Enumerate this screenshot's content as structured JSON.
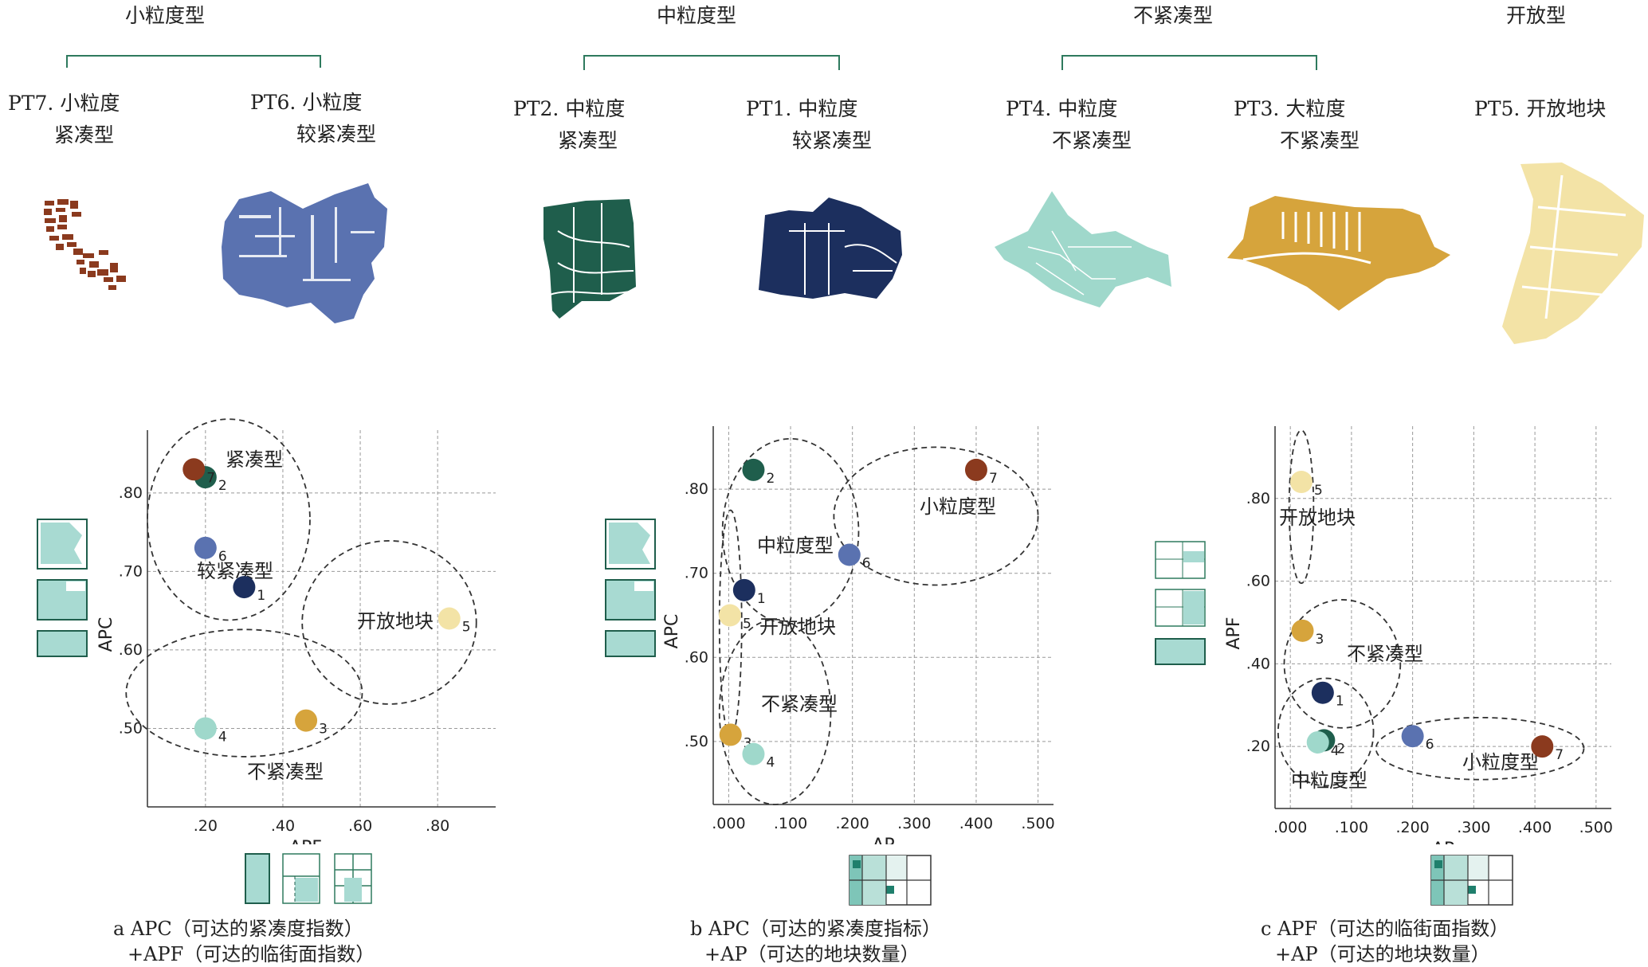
{
  "groups": [
    {
      "title": "小粒度型"
    },
    {
      "title": "中粒度型"
    },
    {
      "title": "不紧凑型"
    },
    {
      "title": "开放型"
    }
  ],
  "patterns": [
    {
      "code": "PT7.",
      "line1": "小粒度",
      "line2": "紧凑型",
      "color": "#8B3A1E"
    },
    {
      "code": "PT6.",
      "line1": "小粒度",
      "line2": "较紧凑型",
      "color": "#5A72B0"
    },
    {
      "code": "PT2.",
      "line1": "中粒度",
      "line2": "紧凑型",
      "color": "#1F5E4C"
    },
    {
      "code": "PT1.",
      "line1": "中粒度",
      "line2": "较紧凑型",
      "color": "#1C2F5E"
    },
    {
      "code": "PT4.",
      "line1": "中粒度",
      "line2": "不紧凑型",
      "color": "#9FD8CB"
    },
    {
      "code": "PT3.",
      "line1": "大粒度",
      "line2": "不紧凑型",
      "color": "#D6A43C"
    },
    {
      "code": "PT5.",
      "line1": "开放地块",
      "line2": "",
      "color": "#F3E3A6"
    }
  ],
  "point_colors": {
    "1": "#1C2F5E",
    "2": "#1F5E4C",
    "3": "#D6A43C",
    "4": "#9FD8CB",
    "5": "#F3E3A6",
    "6": "#5A72B0",
    "7": "#8B3A1E"
  },
  "chart_data": [
    {
      "type": "scatter",
      "xlabel": "APF",
      "ylabel": "APC",
      "xlim": [
        0.05,
        0.95
      ],
      "ylim": [
        0.4,
        0.88
      ],
      "xticks": [
        0.2,
        0.4,
        0.6,
        0.8
      ],
      "xtick_labels": [
        ".20",
        ".40",
        ".60",
        ".80"
      ],
      "yticks": [
        0.5,
        0.6,
        0.7,
        0.8
      ],
      "ytick_labels": [
        ".50",
        ".60",
        ".70",
        ".80"
      ],
      "grid": true,
      "points": [
        {
          "id": "1",
          "x": 0.3,
          "y": 0.68
        },
        {
          "id": "2",
          "x": 0.2,
          "y": 0.82
        },
        {
          "id": "3",
          "x": 0.46,
          "y": 0.51
        },
        {
          "id": "4",
          "x": 0.2,
          "y": 0.5
        },
        {
          "id": "5",
          "x": 0.83,
          "y": 0.64
        },
        {
          "id": "6",
          "x": 0.2,
          "y": 0.73
        },
        {
          "id": "7",
          "x": 0.17,
          "y": 0.83
        }
      ],
      "clusters": [
        {
          "label": "紧凑型",
          "cx": 0.26,
          "cy": 0.766,
          "rx": 0.21,
          "ry": 0.128
        },
        {
          "label": "较紧凑型",
          "cx": null,
          "cy": null,
          "rx": null,
          "ry": null
        },
        {
          "label": "开放地块",
          "cx": 0.675,
          "cy": 0.635,
          "rx": 0.225,
          "ry": 0.104
        },
        {
          "label": "不紧凑型",
          "cx": 0.3,
          "cy": 0.545,
          "rx": 0.305,
          "ry": 0.081
        }
      ],
      "caption1": "a APC（可达的紧凑度指数）",
      "caption2": "+APF（可达的临街面指数）"
    },
    {
      "type": "scatter",
      "xlabel": "AP",
      "ylabel": "APC",
      "xlim": [
        -0.025,
        0.525
      ],
      "ylim": [
        0.425,
        0.875
      ],
      "xticks": [
        0,
        0.1,
        0.2,
        0.3,
        0.4,
        0.5
      ],
      "xtick_labels": [
        ".000",
        ".100",
        ".200",
        ".300",
        ".400",
        ".500"
      ],
      "yticks": [
        0.5,
        0.6,
        0.7,
        0.8
      ],
      "ytick_labels": [
        ".50",
        ".60",
        ".70",
        ".80"
      ],
      "grid": true,
      "points": [
        {
          "id": "1",
          "x": 0.025,
          "y": 0.68
        },
        {
          "id": "2",
          "x": 0.04,
          "y": 0.823
        },
        {
          "id": "3",
          "x": 0.003,
          "y": 0.508
        },
        {
          "id": "4",
          "x": 0.04,
          "y": 0.485
        },
        {
          "id": "5",
          "x": 0.002,
          "y": 0.65
        },
        {
          "id": "6",
          "x": 0.195,
          "y": 0.722
        },
        {
          "id": "7",
          "x": 0.4,
          "y": 0.823
        }
      ],
      "clusters": [
        {
          "label": "中粒度型",
          "cx": 0.1,
          "cy": 0.75,
          "rx": 0.11,
          "ry": 0.11
        },
        {
          "label": "开放地块",
          "cx": 0.003,
          "cy": 0.64,
          "rx": 0.018,
          "ry": 0.135
        },
        {
          "label": "不紧凑型",
          "cx": 0.075,
          "cy": 0.535,
          "rx": 0.09,
          "ry": 0.11
        },
        {
          "label": "小粒度型",
          "cx": 0.335,
          "cy": 0.768,
          "rx": 0.165,
          "ry": 0.082
        }
      ],
      "caption1": "b APC（可达的紧凑度指标）",
      "caption2": "+AP（可达的地块数量）"
    },
    {
      "type": "scatter",
      "xlabel": "AP",
      "ylabel": "APF",
      "xlim": [
        -0.025,
        0.525
      ],
      "ylim": [
        0.05,
        0.975
      ],
      "xticks": [
        0,
        0.1,
        0.2,
        0.3,
        0.4,
        0.5
      ],
      "xtick_labels": [
        ".000",
        ".100",
        ".200",
        ".300",
        ".400",
        ".500"
      ],
      "yticks": [
        0.2,
        0.4,
        0.6,
        0.8
      ],
      "ytick_labels": [
        ".20",
        ".40",
        ".60",
        ".80"
      ],
      "grid": true,
      "points": [
        {
          "id": "1",
          "x": 0.053,
          "y": 0.33
        },
        {
          "id": "2",
          "x": 0.055,
          "y": 0.215
        },
        {
          "id": "3",
          "x": 0.02,
          "y": 0.48
        },
        {
          "id": "4",
          "x": 0.045,
          "y": 0.21
        },
        {
          "id": "5",
          "x": 0.018,
          "y": 0.84
        },
        {
          "id": "6",
          "x": 0.2,
          "y": 0.225
        },
        {
          "id": "7",
          "x": 0.412,
          "y": 0.2
        }
      ],
      "clusters": [
        {
          "label": "开放地块",
          "cx": 0.018,
          "cy": 0.78,
          "rx": 0.02,
          "ry": 0.185
        },
        {
          "label": "不紧凑型",
          "cx": 0.085,
          "cy": 0.4,
          "rx": 0.095,
          "ry": 0.155
        },
        {
          "label": "中粒度型",
          "cx": 0.058,
          "cy": 0.235,
          "rx": 0.078,
          "ry": 0.13
        },
        {
          "label": "小粒度型",
          "cx": 0.31,
          "cy": 0.195,
          "rx": 0.17,
          "ry": 0.075
        }
      ],
      "caption1": "c APF（可达的临街面指数）",
      "caption2": "+AP（可达的地块数量）"
    }
  ]
}
